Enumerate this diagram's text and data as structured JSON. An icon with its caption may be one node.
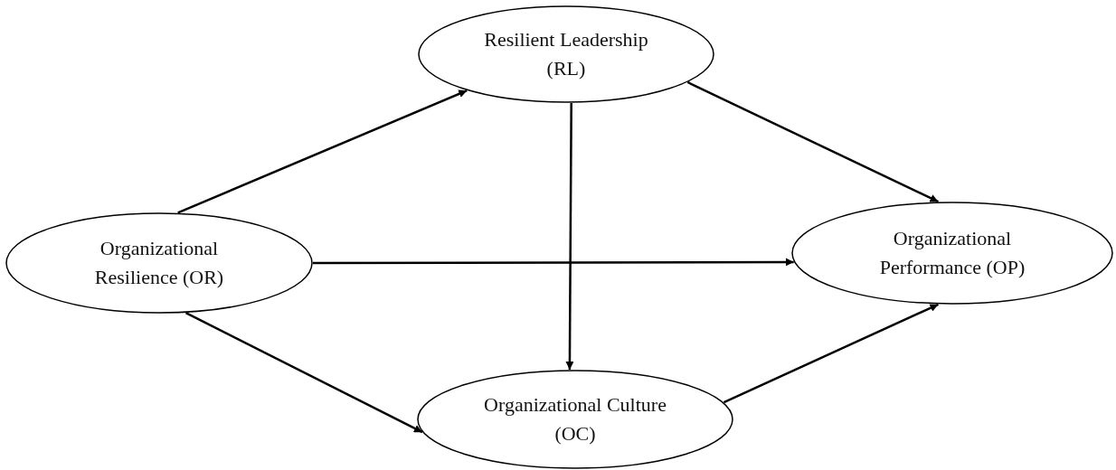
{
  "diagram": {
    "nodes": [
      {
        "text": [
          "Resilient Leadership (RL)"
        ]
      },
      {
        "text": [
          "Organizational Resilience (OR)"
        ]
      },
      {
        "text": [
          "Organizational Performance (OP)"
        ]
      },
      {
        "text": [
          "Organizational Culture (OC)"
        ]
      }
    ],
    "edges": [
      {
        "from": 1,
        "to": 0,
        "arrow": "to"
      },
      {
        "from": 1,
        "to": 2,
        "arrow": "to"
      },
      {
        "from": 1,
        "to": 3,
        "arrow": "to"
      },
      {
        "from": 0,
        "to": 2,
        "arrow": "to"
      },
      {
        "from": 0,
        "to": 3,
        "arrow": "to"
      },
      {
        "from": 3,
        "to": 2,
        "arrow": "to"
      }
    ]
  }
}
